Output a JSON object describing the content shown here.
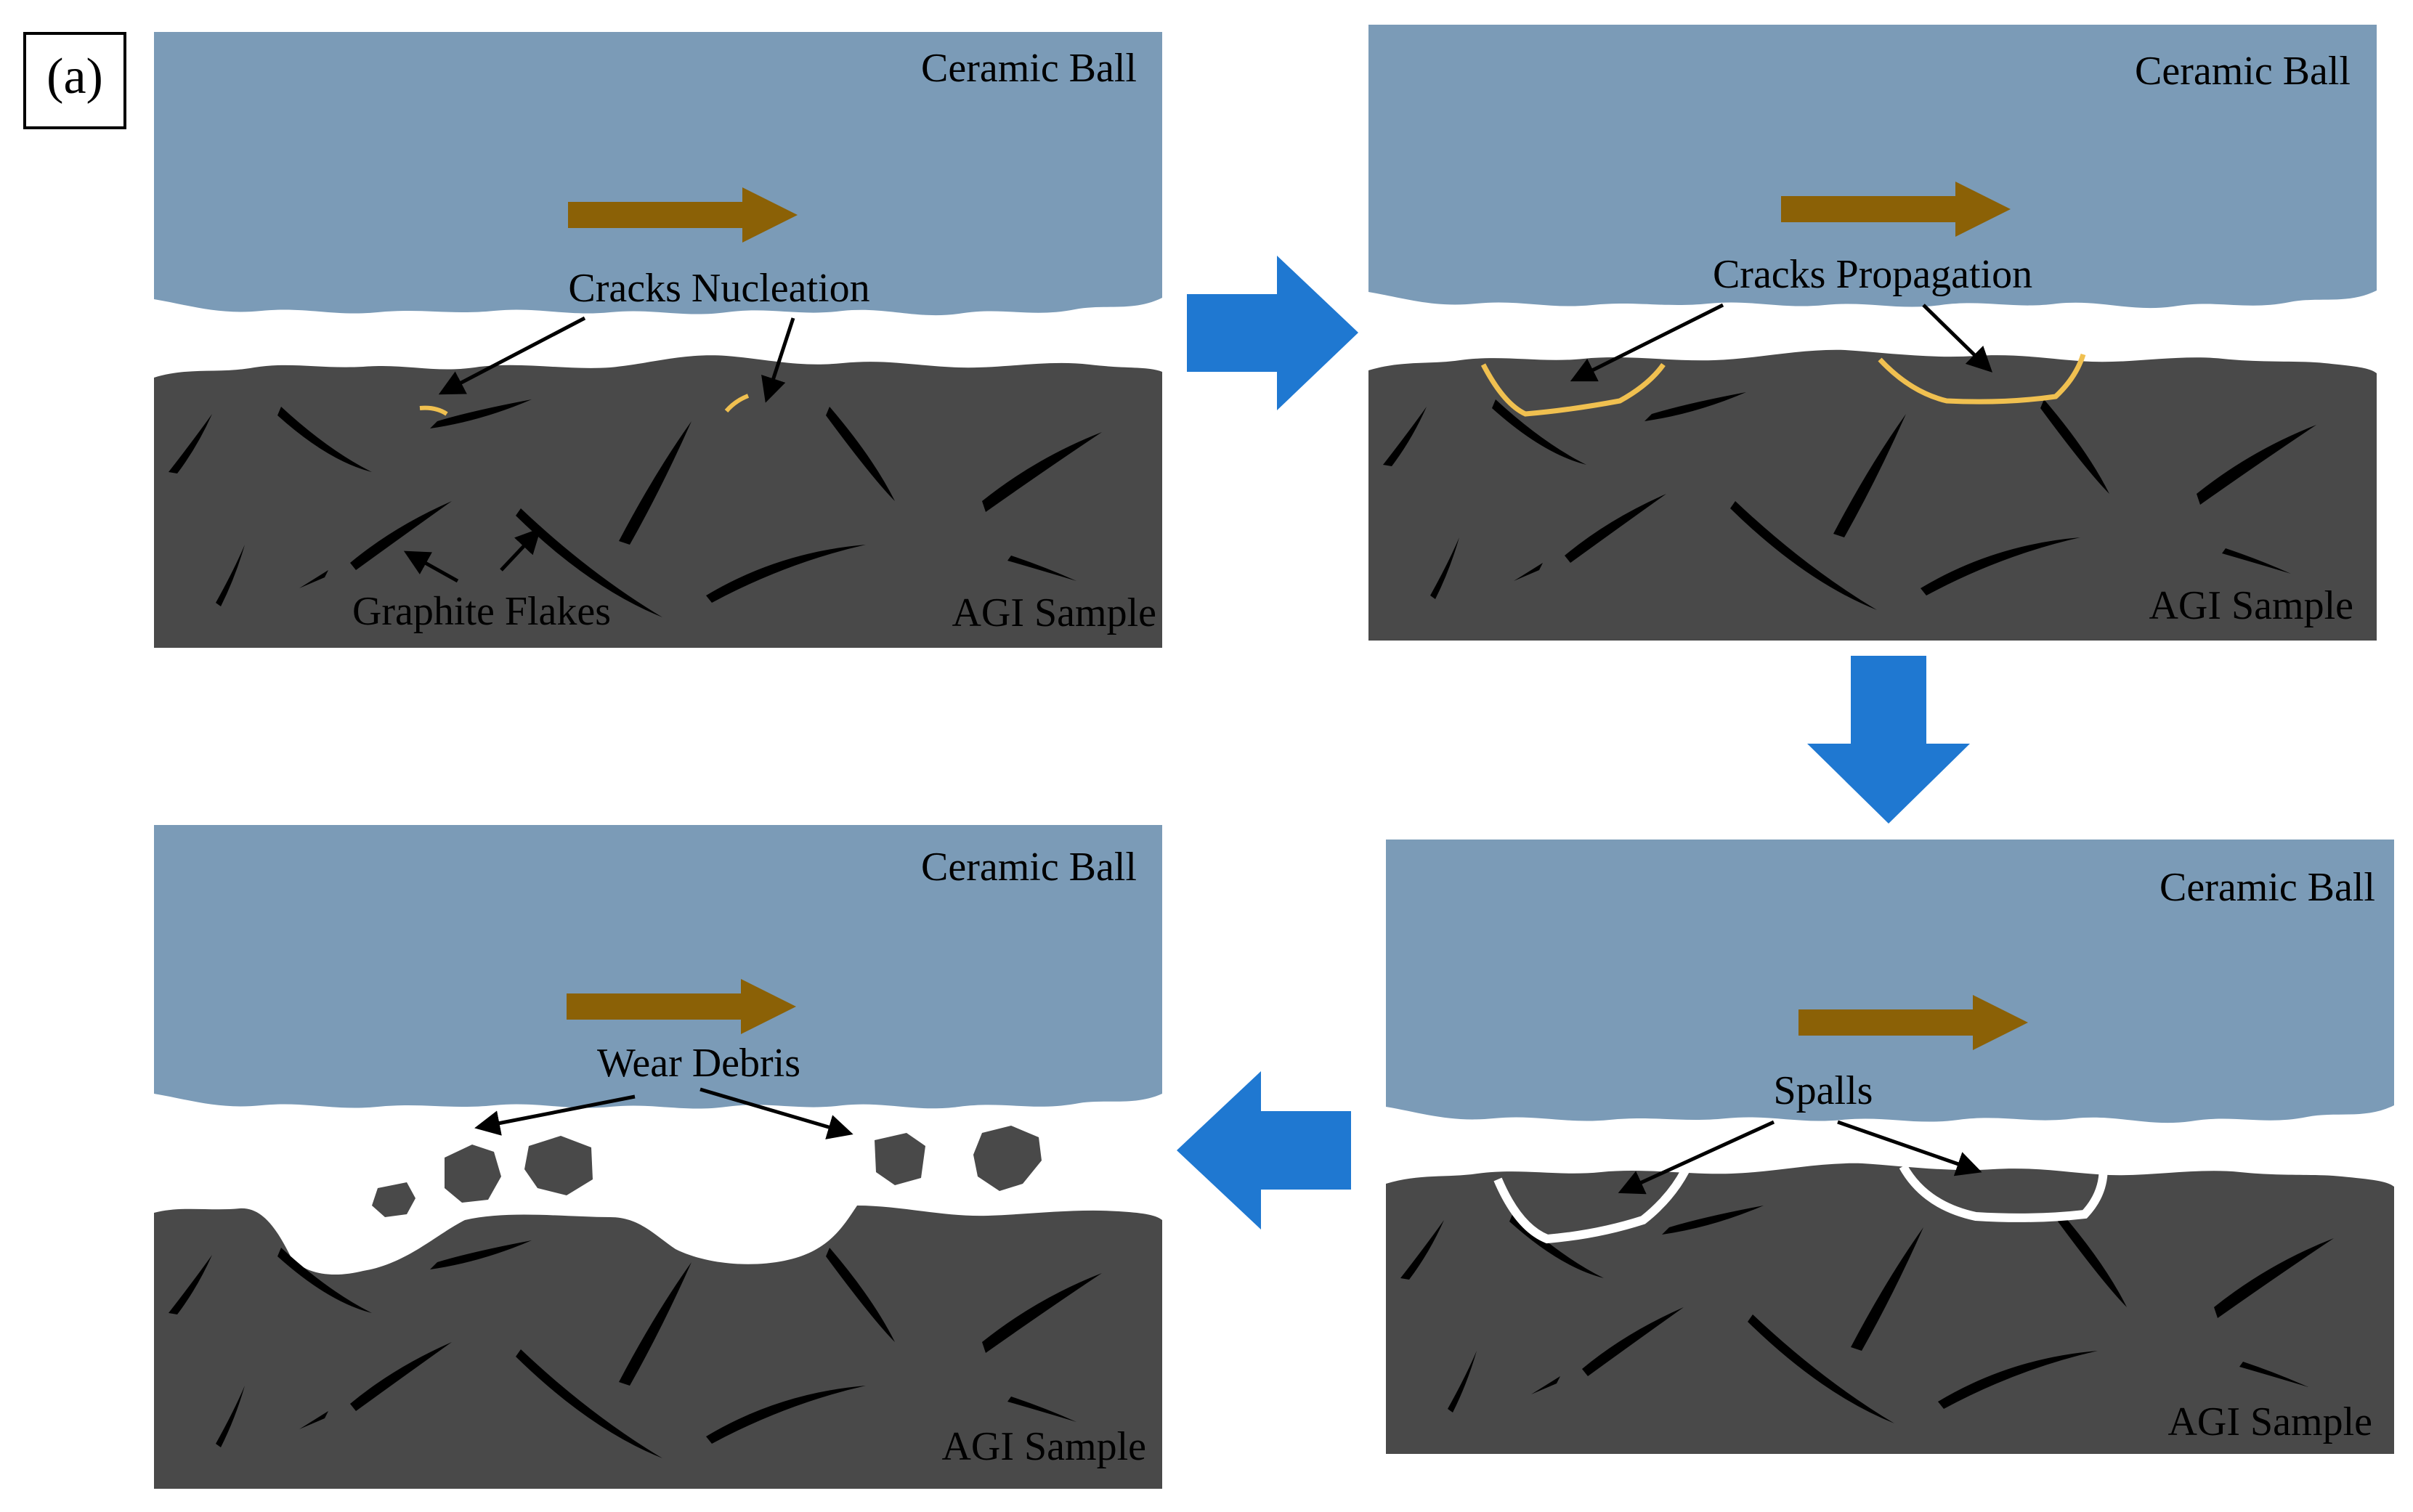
{
  "panel_label": "(a)",
  "colors": {
    "ceramic_ball": "#7b9bb7",
    "sample": "#494949",
    "flake": "#000000",
    "motion_arrow": "#8b6106",
    "crack_glow": "#f0c050",
    "spall_outline": "#ffffff",
    "flow_arrow": "#1f78d1",
    "background": "#ffffff"
  },
  "stages": [
    {
      "ball_label": "Ceramic Ball",
      "sample_label": "AGI Sample",
      "process_label": "Cracks Nucleation",
      "flakes_label": "Graphite Flakes"
    },
    {
      "ball_label": "Ceramic Ball",
      "sample_label": "AGI Sample",
      "process_label": "Cracks Propagation"
    },
    {
      "ball_label": "Ceramic Ball",
      "sample_label": "AGI Sample",
      "process_label": "Spalls"
    },
    {
      "ball_label": "Ceramic Ball",
      "sample_label": "AGI Sample",
      "process_label": "Wear Debris"
    }
  ],
  "icons": {
    "motion": "right-arrow-icon",
    "flow": "block-arrow-icon"
  }
}
